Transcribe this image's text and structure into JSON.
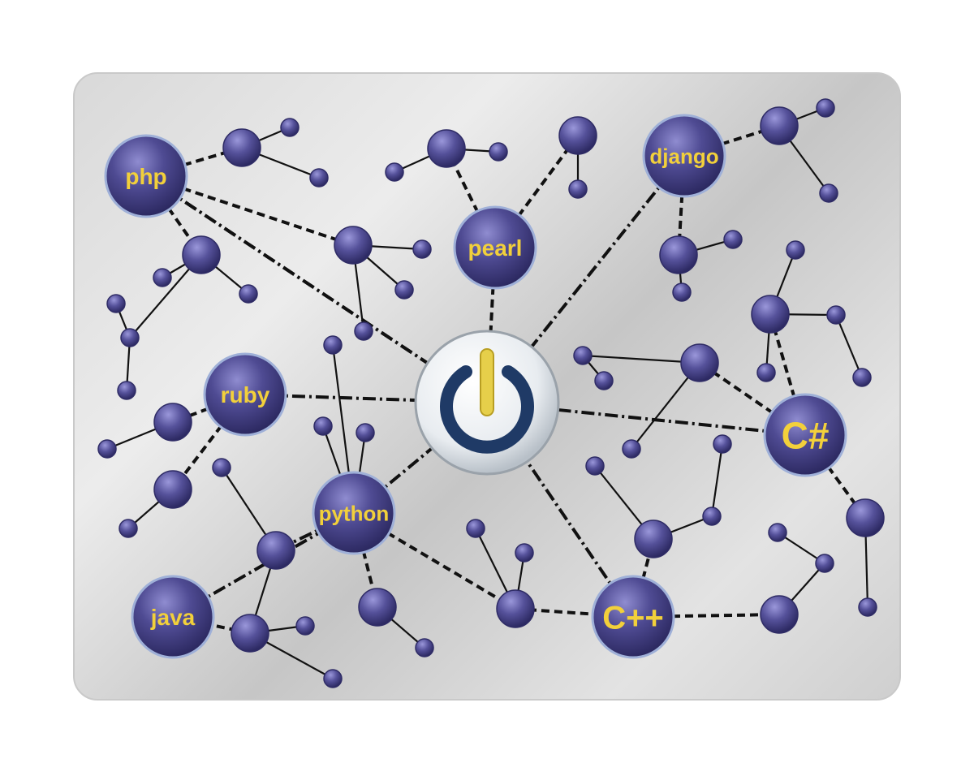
{
  "diagram": {
    "hub": {
      "icon": "power-icon"
    },
    "languages": [
      {
        "id": "php",
        "label": "php"
      },
      {
        "id": "pearl",
        "label": "pearl"
      },
      {
        "id": "django",
        "label": "django"
      },
      {
        "id": "ruby",
        "label": "ruby"
      },
      {
        "id": "python",
        "label": "python"
      },
      {
        "id": "csharp",
        "label": "C#"
      },
      {
        "id": "java",
        "label": "java"
      },
      {
        "id": "cpp",
        "label": "C++"
      }
    ],
    "colors": {
      "node_fill": "#4e4b8f",
      "node_rim": "#2f2c66",
      "label": "#f2d03b",
      "line": "#111111",
      "hub_ring": "#1f3a66",
      "hub_stem": "#e6cf4a"
    }
  }
}
